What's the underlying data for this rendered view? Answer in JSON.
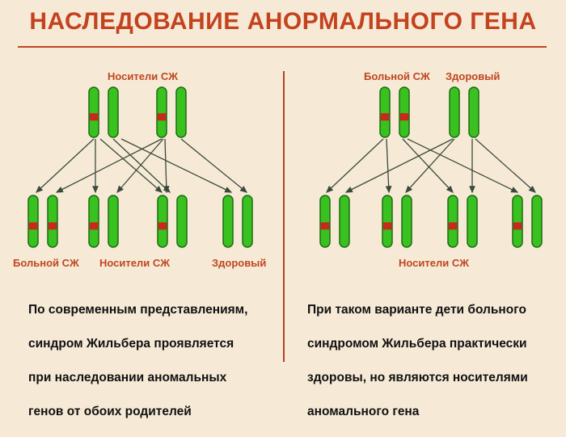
{
  "title": "НАСЛЕДОВАНИЕ АНОРМАЛЬНОГО ГЕНА",
  "left": {
    "parents_label": "Носители СЖ",
    "child_labels": {
      "sick": "Больной СЖ",
      "carriers": "Носители СЖ",
      "healthy": "Здоровый"
    },
    "caption_lines": [
      "По современным представлениям,",
      "синдром Жильбера проявляется",
      "при наследовании аномальных",
      "генов от обоих родителей"
    ]
  },
  "right": {
    "parent_labels": {
      "sick": "Больной СЖ",
      "healthy": "Здоровый"
    },
    "children_label": "Носители СЖ",
    "caption_lines": [
      "При таком варианте дети больного",
      "синдромом Жильбера практически",
      "здоровы, но являются носителями",
      "аномального гена"
    ]
  },
  "colors": {
    "title": "#c4431f",
    "chromosome": "#39c21f",
    "chromosome_outline": "#1d6a12",
    "gene_mark": "#c8281d",
    "arrow": "#3a4a3a",
    "label": "#c0461f"
  }
}
